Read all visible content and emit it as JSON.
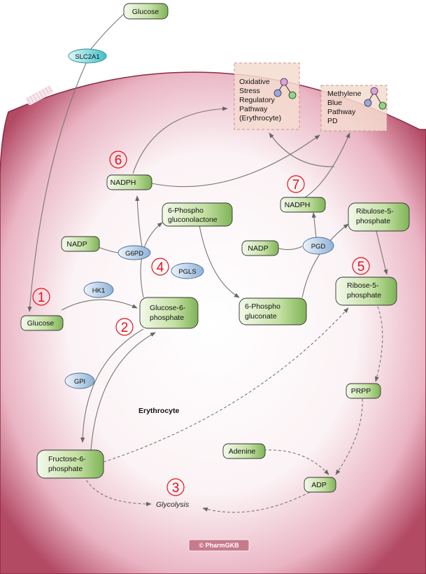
{
  "colors": {
    "membrane_outer": "#a63b54",
    "membrane_inner": "#f7e9ee",
    "metabolite_fill": "#a8d17d",
    "enzyme_fill": "#b7cfe6",
    "transporter_fill": "#6fd3d8",
    "number_color": "#e0131a",
    "pathway_box": "#f4dcd0"
  },
  "outside_glucose": "Glucose",
  "transporter": "SLC2A1",
  "compartment_label": "Erythrocyte",
  "watermark": "© PharmGKB",
  "pathways": {
    "oxidative": [
      "Oxidative",
      "Stress",
      "Regulatory",
      "Pathway",
      "(Erythrocyte)"
    ],
    "methylene": [
      "Methylene",
      "Blue",
      "Pathway",
      "PD"
    ]
  },
  "metabolites": {
    "glucose_in": "Glucose",
    "g6p": [
      "Glucose-6-",
      "phosphate"
    ],
    "f6p": [
      "Fructose-6-",
      "phosphate"
    ],
    "pgl": [
      "6-Phospho",
      "gluconolactone"
    ],
    "pg": [
      "6-Phospho",
      "gluconate"
    ],
    "ru5p": [
      "Ribulose-5-",
      "phosphate"
    ],
    "r5p": [
      "Ribose-5-",
      "phosphate"
    ],
    "nadph_1": "NADPH",
    "nadph_2": "NADPH",
    "nadp_1": "NADP",
    "nadp_2": "NADP",
    "prpp": "PRPP",
    "adenine": "Adenine",
    "adp": "ADP"
  },
  "enzymes": {
    "hk1": "HK1",
    "gpi": "GPI",
    "g6pd": "G6PD",
    "pgls": "PGLS",
    "pgd": "PGD"
  },
  "glycolysis": "Glycolysis",
  "step_numbers": [
    "1",
    "2",
    "3",
    "4",
    "5",
    "6",
    "7"
  ]
}
